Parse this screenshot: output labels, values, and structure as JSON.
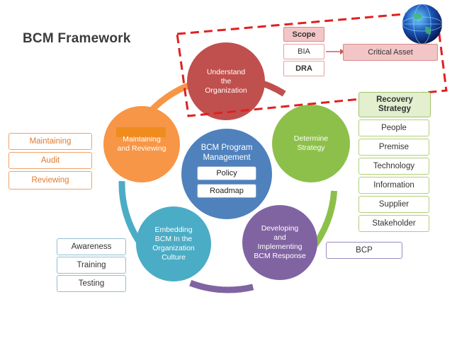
{
  "title": "BCM Framework",
  "center": {
    "line1": "BCM Program",
    "line2": "Management",
    "items": [
      "Policy",
      "Roadmap"
    ]
  },
  "phases": {
    "understand": [
      "Understand",
      "the",
      "Organization"
    ],
    "strategy": [
      "Determine",
      "Strategy"
    ],
    "developing": [
      "Developing",
      "and",
      "Implementing",
      "BCM Response"
    ],
    "embedding": [
      "Embedding",
      "BCM In the",
      "Organization",
      "Culture"
    ],
    "maintaining": [
      "Maintaining",
      "and Reviewing"
    ]
  },
  "scope": {
    "header": "Scope",
    "items": [
      "BIA",
      "DRA"
    ],
    "critical_asset": "Critical Asset"
  },
  "recovery": {
    "header": [
      "Recovery",
      "Strategy"
    ],
    "items": [
      "People",
      "Premise",
      "Technology",
      "Information",
      "Supplier",
      "Stakeholder"
    ]
  },
  "maintain_boxes": [
    "Maintaining",
    "Audit",
    "Reviewing"
  ],
  "culture_boxes": [
    "Awareness",
    "Training",
    "Testing"
  ],
  "response_boxes": [
    "BCP"
  ],
  "colors": {
    "red": "#c0504d",
    "green": "#8dc04a",
    "purple": "#8064a2",
    "teal": "#4bacc6",
    "orange": "#f79646",
    "blue": "#4f81bd",
    "dashed": "#e02020"
  },
  "icons": [
    "globe-icon"
  ]
}
